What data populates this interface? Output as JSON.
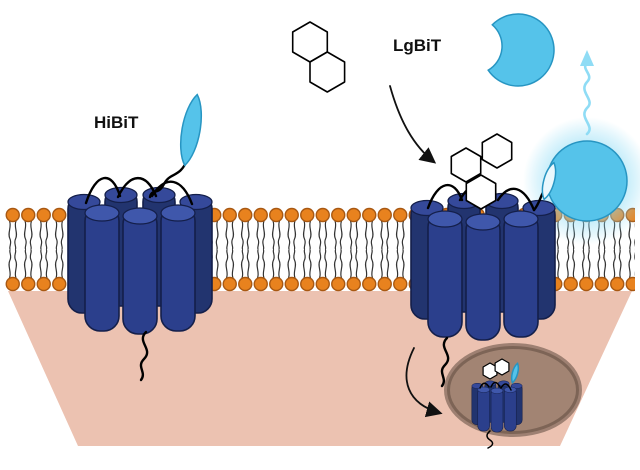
{
  "labels": {
    "hibit": "HiBiT",
    "lgbit": "LgBiT"
  },
  "icons": {
    "hibit_tag": "small light-blue lens shape tethered to receptor",
    "lgbit_enzyme": "light-blue pacman circle with bite",
    "substrate_molecule": "fused white hexagon outlines",
    "bound_substrate": "cluster of three white hexagons on receptor",
    "luminescence": "glowing light-blue circle at membrane",
    "emission_arrow": "light-blue wavy arrow pointing up",
    "binding_arrow": "curved black arrow toward receptor",
    "internalization_arrow": "curved black arrow into endosome",
    "membrane_receptor": "bundle of dark-blue barrel helices",
    "lipid_bilayer": "orange-headed lipid double row",
    "endosome": "brown translucent vesicle with internalized receptor"
  },
  "colors": {
    "background": "#ffffff",
    "cytoplasm": "#ecc2b1",
    "lipid_head": "#e8821e",
    "lipid_head_stroke": "#a85812",
    "lipid_tail": "#333333",
    "protein_dark": "#22346f",
    "protein_mid": "#2b3f8c",
    "protein_light": "#3f57ab",
    "protein_top_dark": "#35499a",
    "protein_stroke": "#141f4a",
    "tag_blue": "#55c3ea",
    "tag_blue_stroke": "#2795c2",
    "tag_pale": "#eaf8fd",
    "glow_blue": "#8fdcf5",
    "endosome": "#8d7262",
    "endosome_edge": "#5f4a3e",
    "arrow_black": "#111111"
  }
}
